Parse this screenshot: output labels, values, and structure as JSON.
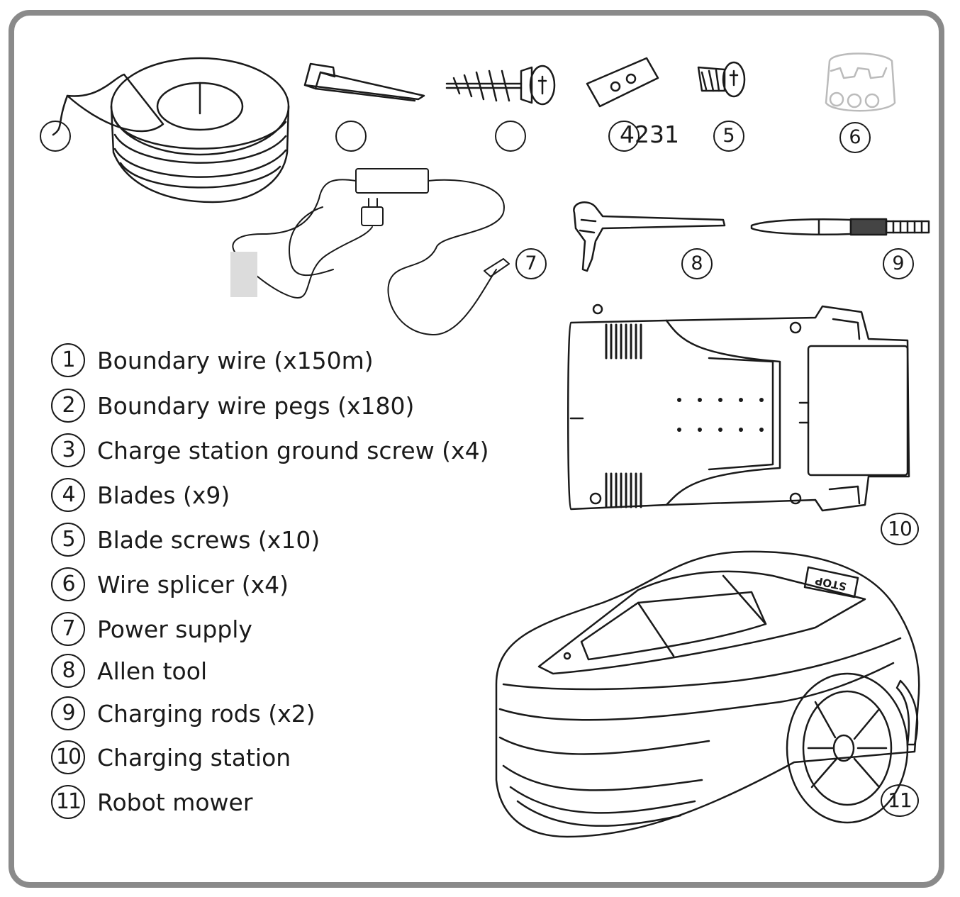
{
  "callouts": {
    "c1": "",
    "c2": "",
    "c3": "",
    "c4": "4231",
    "c5": "5",
    "c6": "6",
    "c7": "7",
    "c8": "8",
    "c9": "9",
    "c10": "10",
    "c11": "11"
  },
  "legend": [
    {
      "num": "1",
      "label": "Boundary wire (x150m)"
    },
    {
      "num": "2",
      "label": "Boundary wire pegs (x180)"
    },
    {
      "num": "3",
      "label": "Charge station ground screw (x4)"
    },
    {
      "num": "4",
      "label": "Blades (x9)"
    },
    {
      "num": "5",
      "label": "Blade screws (x10)"
    },
    {
      "num": "6",
      "label": "Wire splicer (x4)"
    },
    {
      "num": "7",
      "label": "Power supply"
    },
    {
      "num": "8",
      "label": "Allen tool"
    },
    {
      "num": "9",
      "label": "Charging rods (x2)"
    },
    {
      "num": "10",
      "label": "Charging station"
    },
    {
      "num": "11",
      "label": "Robot mower"
    }
  ],
  "mower_badge": "STOP",
  "colors": {
    "frame": "#8a8a8a",
    "ink": "#1a1a1a",
    "placeholder": "#dcdcdc"
  }
}
